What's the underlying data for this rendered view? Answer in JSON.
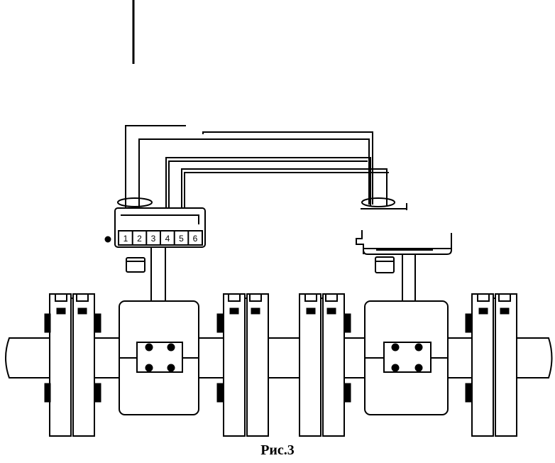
{
  "figure": {
    "caption": "Рис.3",
    "terminal_labels": [
      "1",
      "2",
      "3",
      "4",
      "5",
      "6"
    ],
    "colors": {
      "ink": "#000000",
      "paper": "#ffffff"
    }
  }
}
